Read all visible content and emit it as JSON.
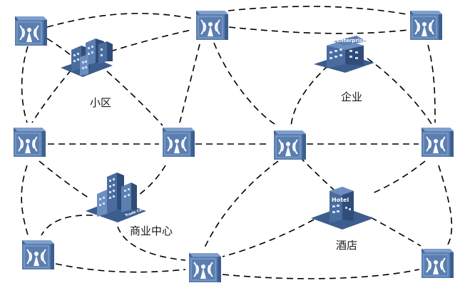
{
  "diagram": {
    "labels": {
      "residential": "小区",
      "enterprise": "企业",
      "business_center": "商业中心",
      "hotel": "酒店"
    },
    "building_signs": {
      "enterprise": "Enterprise",
      "hotel": "Hotel",
      "business_center": "Trade Center"
    },
    "colors": {
      "ap_face": "#5a7eb0",
      "ap_side": "#3d5f8f",
      "ap_top": "#7f9fcc",
      "building": "#4a6c9f",
      "base": "#3c5d8e",
      "link": "#000000"
    },
    "icons": {
      "access_point": "wireless-ap-icon",
      "residential": "apartment-buildings-icon",
      "enterprise": "office-building-icon",
      "business_center": "skyscraper-icon",
      "hotel": "hotel-tower-icon"
    }
  }
}
